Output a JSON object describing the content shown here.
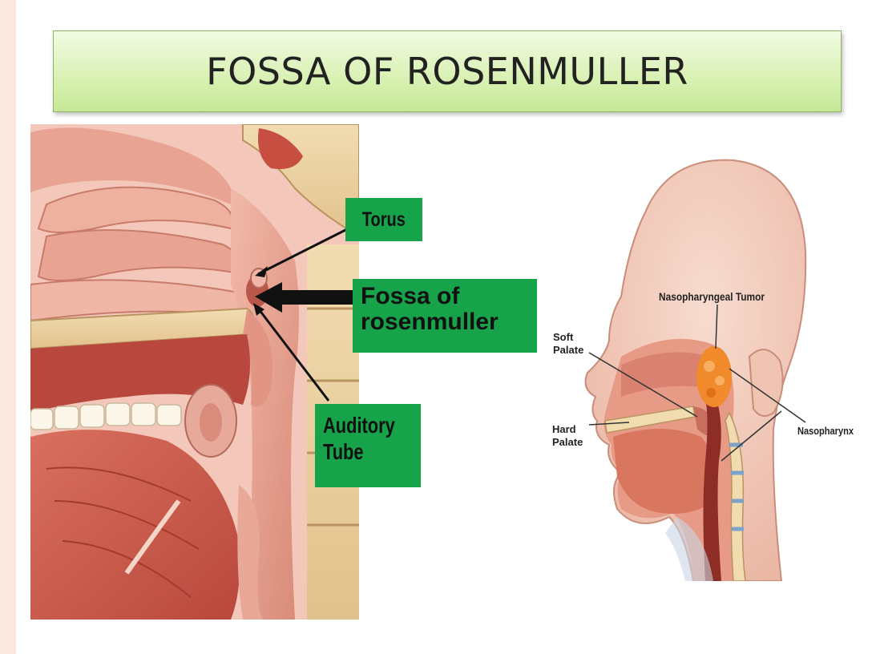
{
  "slide": {
    "title": "FOSSA OF ROSENMULLER"
  },
  "left_figure": {
    "labels": {
      "torus": "Torus",
      "fossa_line1": "Fossa of",
      "fossa_line2": "rosenmuller",
      "auditory_line1": "Auditory",
      "auditory_line2": "Tube"
    },
    "colors": {
      "label_bg": "#17a34a",
      "tissue": "#e8a89a",
      "arrow": "#111111"
    }
  },
  "right_figure": {
    "labels": {
      "tumor": "Nasopharyngeal Tumor",
      "soft_palate_line1": "Soft",
      "soft_palate_line2": "Palate",
      "hard_palate_line1": "Hard",
      "hard_palate_line2": "Palate",
      "nasopharynx": "Nasopharynx"
    },
    "colors": {
      "skin": "#f1c5b5",
      "tumor": "#f08a2a"
    }
  }
}
